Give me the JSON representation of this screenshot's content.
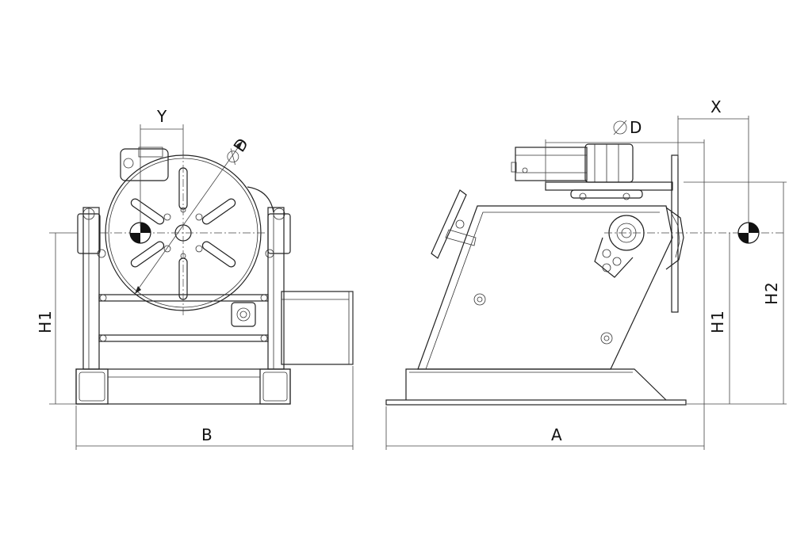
{
  "labels": {
    "Y": "Y",
    "D_front": "D",
    "D_side": "D",
    "X": "X",
    "H1_front": "H1",
    "H1_side": "H1",
    "H2": "H2",
    "B": "B",
    "A": "A"
  },
  "colors": {
    "line": "#222222",
    "background": "#ffffff",
    "marker_dark": "#111111"
  }
}
